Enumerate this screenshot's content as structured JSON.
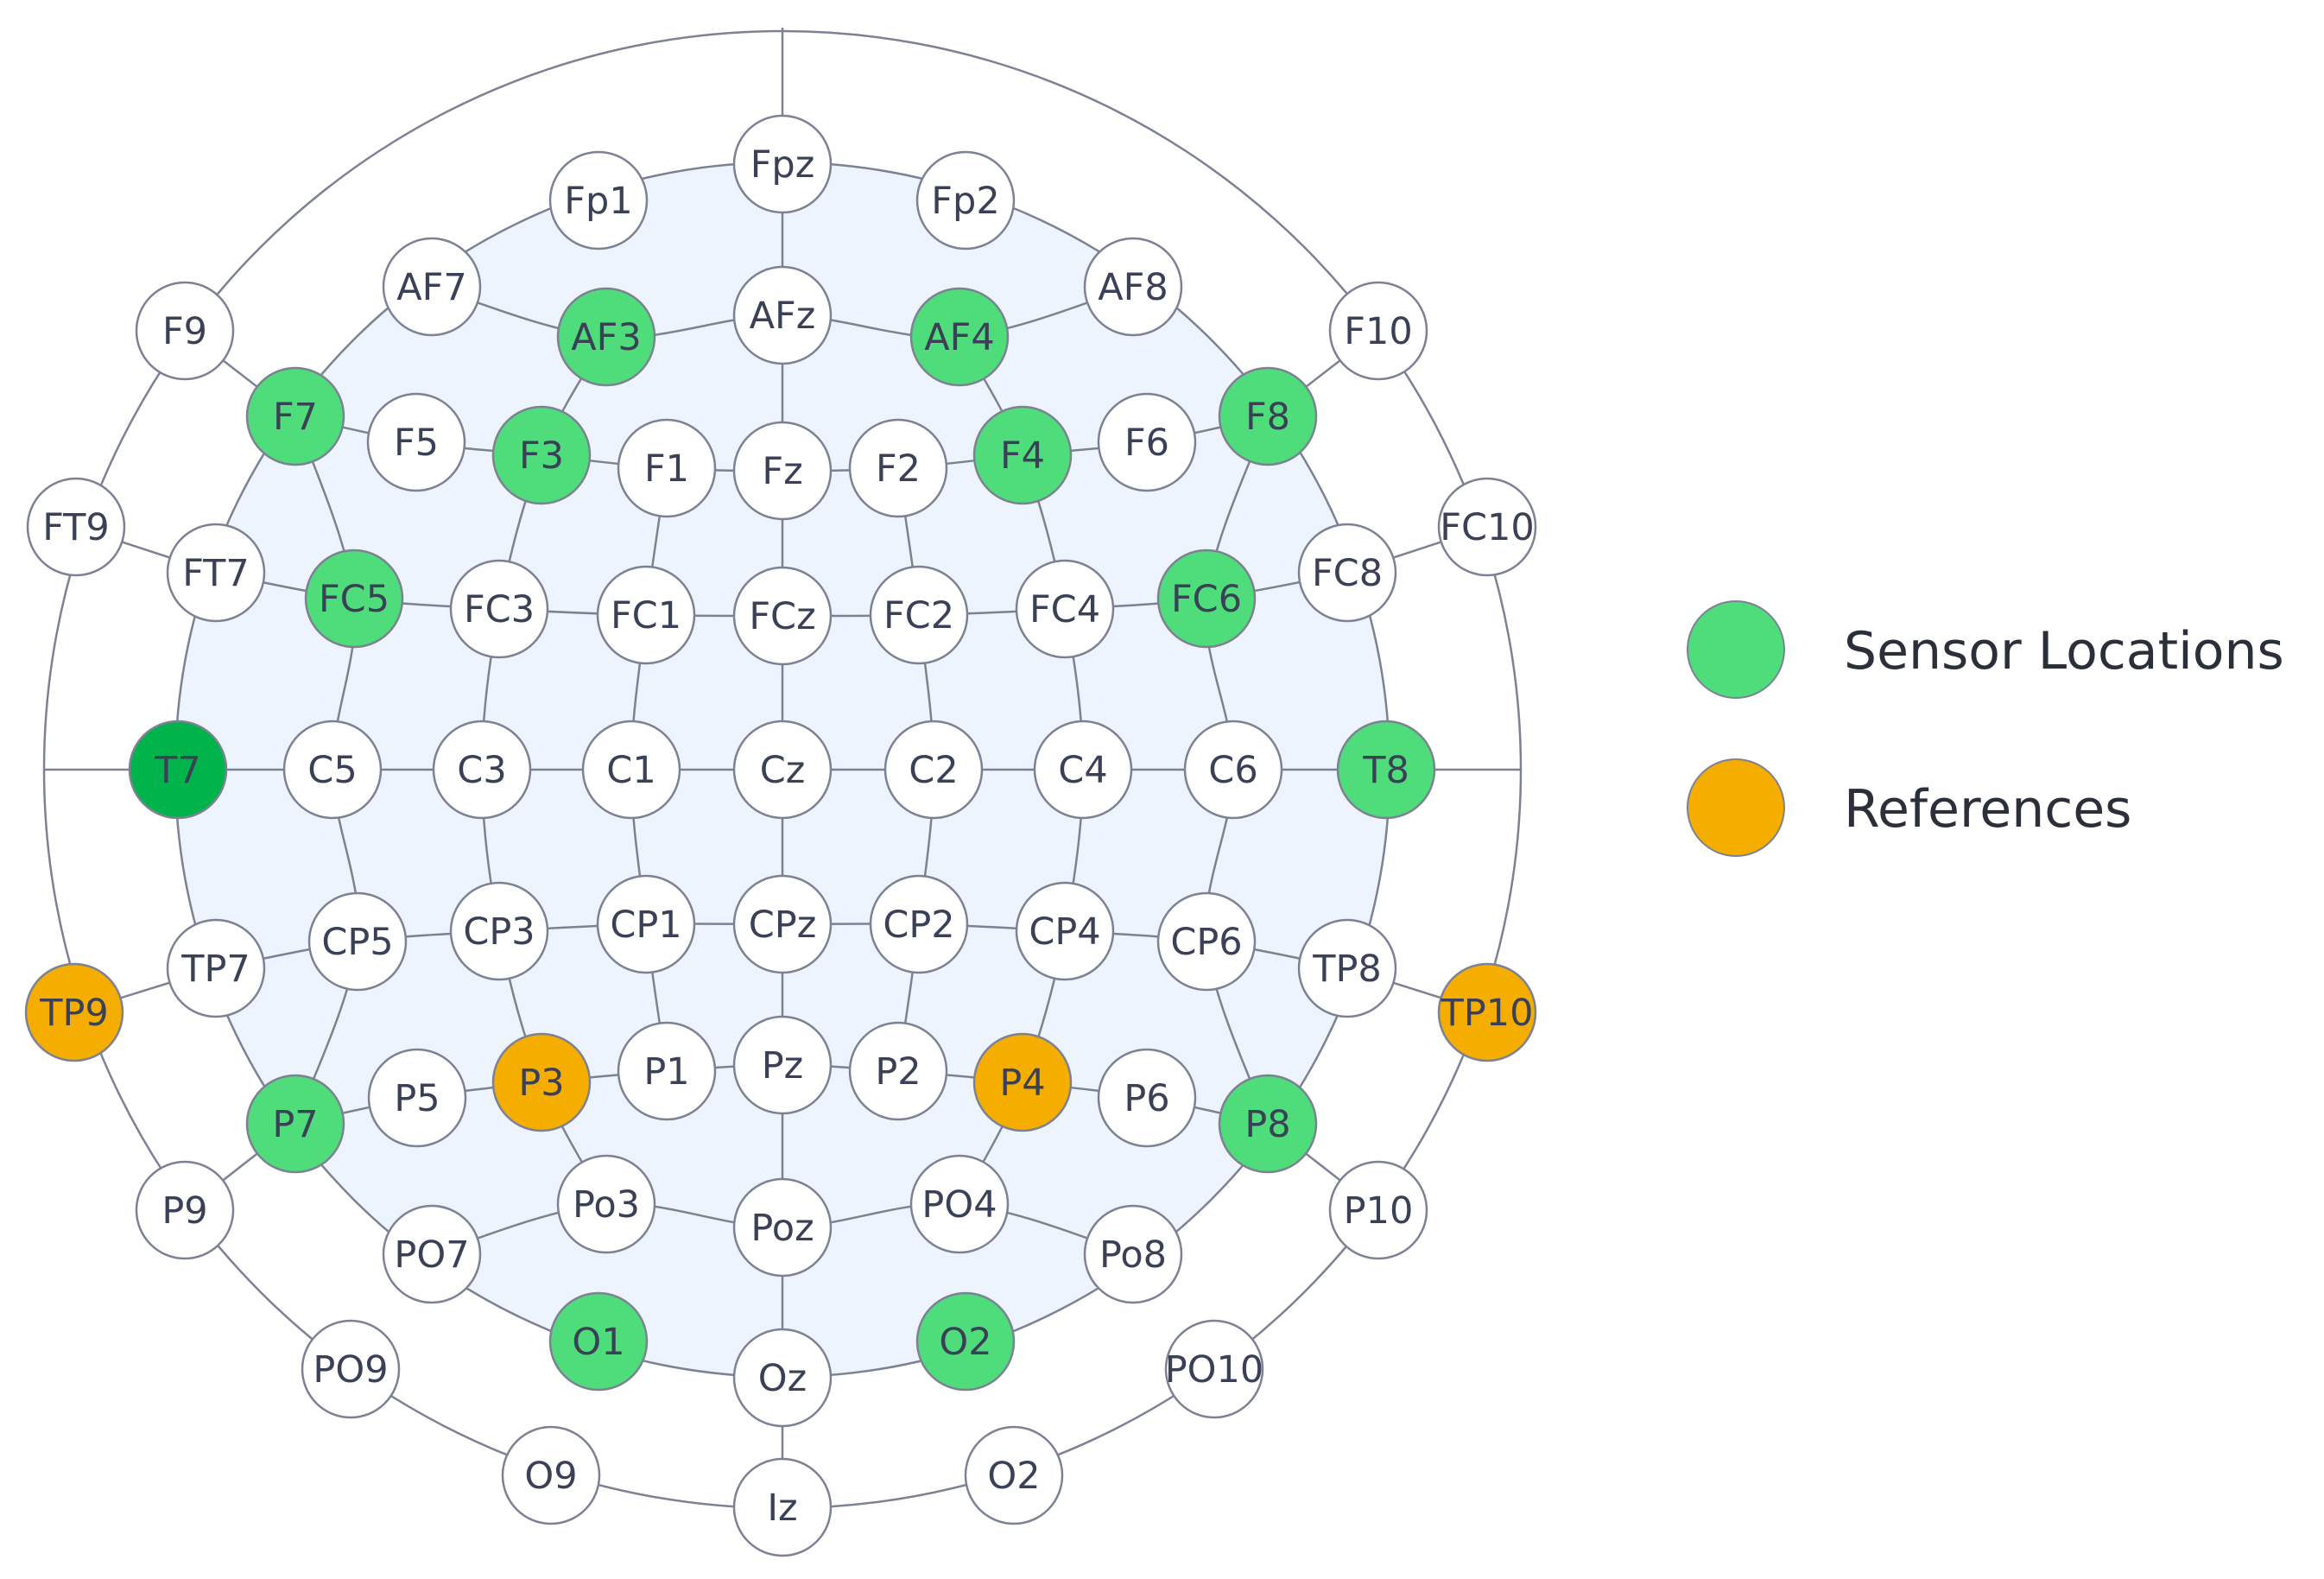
{
  "colors": {
    "sensor": "#4fdc7b",
    "sensor_dark": "#00b44b",
    "reference": "#f5ae00",
    "neutral": "#ffffff",
    "stroke": "#7c8294",
    "head_fill": "#eef4fd",
    "label": "#3a4156"
  },
  "legend": {
    "sensor_label": "Sensor Locations",
    "reference_label": "References"
  },
  "electrodes": [
    {
      "id": "Fpz",
      "label": "Fpz",
      "type": "neutral"
    },
    {
      "id": "Fp1",
      "label": "Fp1",
      "type": "neutral"
    },
    {
      "id": "Fp2",
      "label": "Fp2",
      "type": "neutral"
    },
    {
      "id": "AF7",
      "label": "AF7",
      "type": "neutral"
    },
    {
      "id": "AF3",
      "label": "AF3",
      "type": "sensor"
    },
    {
      "id": "AFz",
      "label": "AFz",
      "type": "neutral"
    },
    {
      "id": "AF4",
      "label": "AF4",
      "type": "sensor"
    },
    {
      "id": "AF8",
      "label": "AF8",
      "type": "neutral"
    },
    {
      "id": "F9",
      "label": "F9",
      "type": "neutral"
    },
    {
      "id": "F10",
      "label": "F10",
      "type": "neutral"
    },
    {
      "id": "F7",
      "label": "F7",
      "type": "sensor"
    },
    {
      "id": "F5",
      "label": "F5",
      "type": "neutral"
    },
    {
      "id": "F3",
      "label": "F3",
      "type": "sensor"
    },
    {
      "id": "F1",
      "label": "F1",
      "type": "neutral"
    },
    {
      "id": "Fz",
      "label": "Fz",
      "type": "neutral"
    },
    {
      "id": "F2",
      "label": "F2",
      "type": "neutral"
    },
    {
      "id": "F4",
      "label": "F4",
      "type": "sensor"
    },
    {
      "id": "F6",
      "label": "F6",
      "type": "neutral"
    },
    {
      "id": "F8",
      "label": "F8",
      "type": "sensor"
    },
    {
      "id": "FT9",
      "label": "FT9",
      "type": "neutral"
    },
    {
      "id": "FC10",
      "label": "FC10",
      "type": "neutral"
    },
    {
      "id": "FT7",
      "label": "FT7",
      "type": "neutral"
    },
    {
      "id": "FC5",
      "label": "FC5",
      "type": "sensor"
    },
    {
      "id": "FC3",
      "label": "FC3",
      "type": "neutral"
    },
    {
      "id": "FC1",
      "label": "FC1",
      "type": "neutral"
    },
    {
      "id": "FCz",
      "label": "FCz",
      "type": "neutral"
    },
    {
      "id": "FC2",
      "label": "FC2",
      "type": "neutral"
    },
    {
      "id": "FC4",
      "label": "FC4",
      "type": "neutral"
    },
    {
      "id": "FC6",
      "label": "FC6",
      "type": "sensor"
    },
    {
      "id": "FC8",
      "label": "FC8",
      "type": "neutral"
    },
    {
      "id": "T7",
      "label": "T7",
      "type": "sensor_dark"
    },
    {
      "id": "C5",
      "label": "C5",
      "type": "neutral"
    },
    {
      "id": "C3",
      "label": "C3",
      "type": "neutral"
    },
    {
      "id": "C1",
      "label": "C1",
      "type": "neutral"
    },
    {
      "id": "Cz",
      "label": "Cz",
      "type": "neutral"
    },
    {
      "id": "C2",
      "label": "C2",
      "type": "neutral"
    },
    {
      "id": "C4",
      "label": "C4",
      "type": "neutral"
    },
    {
      "id": "C6",
      "label": "C6",
      "type": "neutral"
    },
    {
      "id": "T8",
      "label": "T8",
      "type": "sensor"
    },
    {
      "id": "TP9",
      "label": "TP9",
      "type": "reference"
    },
    {
      "id": "TP10",
      "label": "TP10",
      "type": "reference"
    },
    {
      "id": "TP7",
      "label": "TP7",
      "type": "neutral"
    },
    {
      "id": "CP5",
      "label": "CP5",
      "type": "neutral"
    },
    {
      "id": "CP3",
      "label": "CP3",
      "type": "neutral"
    },
    {
      "id": "CP1",
      "label": "CP1",
      "type": "neutral"
    },
    {
      "id": "CPz",
      "label": "CPz",
      "type": "neutral"
    },
    {
      "id": "CP2",
      "label": "CP2",
      "type": "neutral"
    },
    {
      "id": "CP4",
      "label": "CP4",
      "type": "neutral"
    },
    {
      "id": "CP6",
      "label": "CP6",
      "type": "neutral"
    },
    {
      "id": "TP8",
      "label": "TP8",
      "type": "neutral"
    },
    {
      "id": "P7",
      "label": "P7",
      "type": "sensor"
    },
    {
      "id": "P5",
      "label": "P5",
      "type": "neutral"
    },
    {
      "id": "P3",
      "label": "P3",
      "type": "reference"
    },
    {
      "id": "P1",
      "label": "P1",
      "type": "neutral"
    },
    {
      "id": "Pz",
      "label": "Pz",
      "type": "neutral"
    },
    {
      "id": "P2",
      "label": "P2",
      "type": "neutral"
    },
    {
      "id": "P4",
      "label": "P4",
      "type": "reference"
    },
    {
      "id": "P6",
      "label": "P6",
      "type": "neutral"
    },
    {
      "id": "P8",
      "label": "P8",
      "type": "sensor"
    },
    {
      "id": "P9",
      "label": "P9",
      "type": "neutral"
    },
    {
      "id": "P10",
      "label": "P10",
      "type": "neutral"
    },
    {
      "id": "Po3",
      "label": "Po3",
      "type": "neutral"
    },
    {
      "id": "PO4",
      "label": "PO4",
      "type": "neutral"
    },
    {
      "id": "Poz",
      "label": "Poz",
      "type": "neutral"
    },
    {
      "id": "PO7",
      "label": "PO7",
      "type": "neutral"
    },
    {
      "id": "Po8",
      "label": "Po8",
      "type": "neutral"
    },
    {
      "id": "O1",
      "label": "O1",
      "type": "sensor"
    },
    {
      "id": "O2",
      "label": "O2",
      "type": "sensor"
    },
    {
      "id": "Oz",
      "label": "Oz",
      "type": "neutral"
    },
    {
      "id": "PO9",
      "label": "PO9",
      "type": "neutral"
    },
    {
      "id": "PO10",
      "label": "PO10",
      "type": "neutral"
    },
    {
      "id": "O9",
      "label": "O9",
      "type": "neutral"
    },
    {
      "id": "O2b",
      "label": "O2",
      "type": "neutral"
    },
    {
      "id": "Iz",
      "label": "Iz",
      "type": "neutral"
    }
  ]
}
